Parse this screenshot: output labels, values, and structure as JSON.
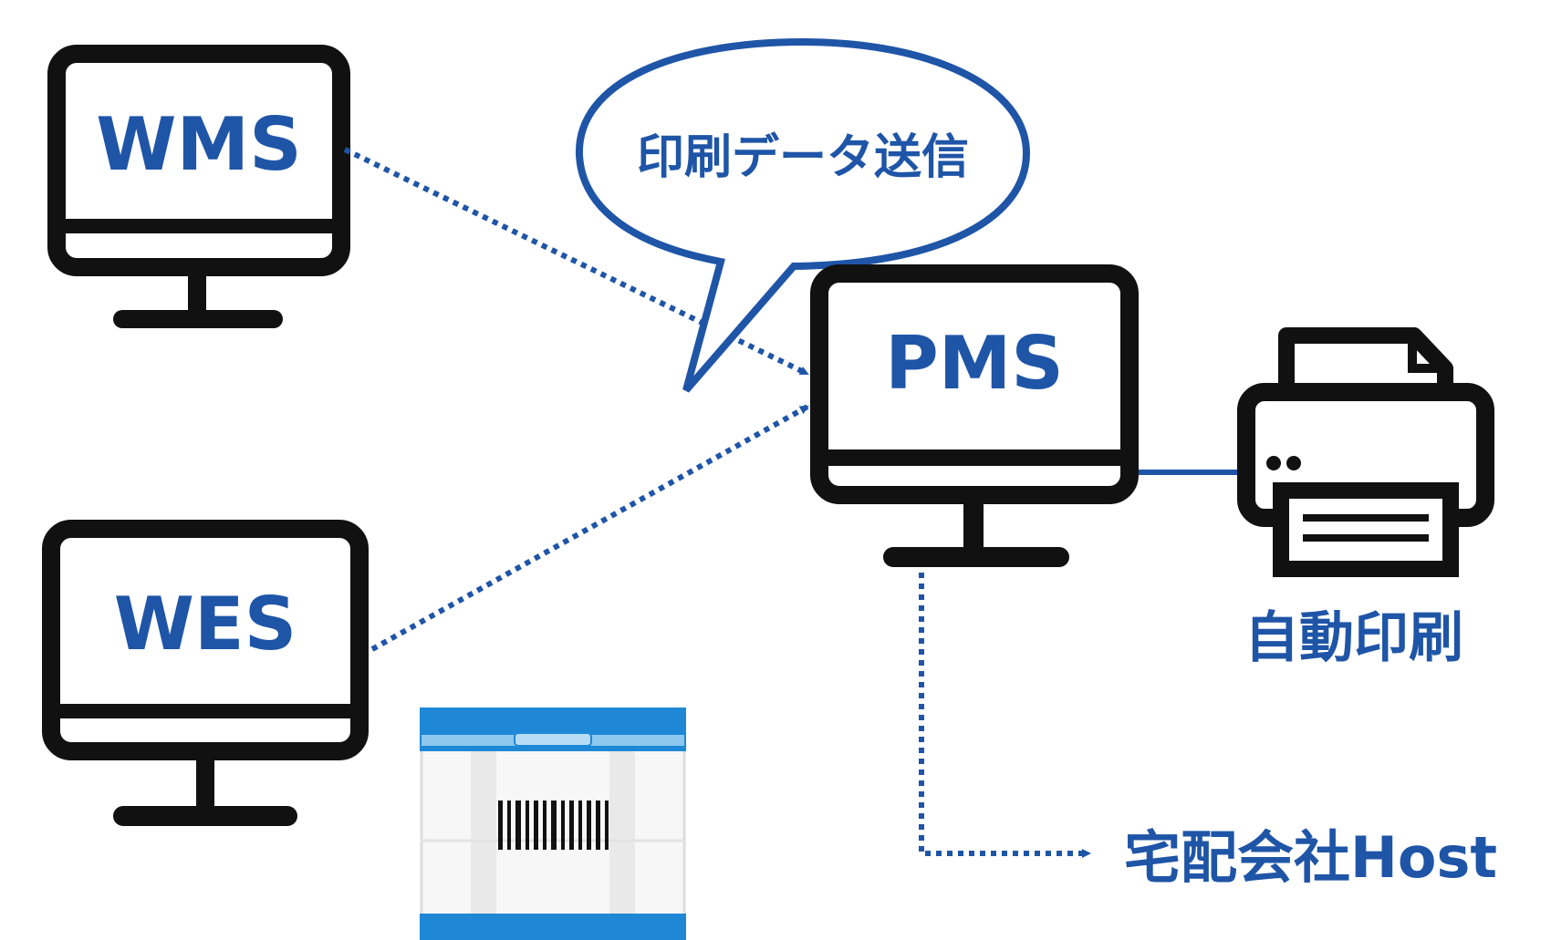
{
  "colors": {
    "accent": "#1f55a7",
    "outline": "#111111",
    "label_blue": "#1f55a7",
    "box_blue": "#1e88d6",
    "box_light": "#8ec8ef"
  },
  "nodes": {
    "wms": {
      "label": "WMS",
      "icon": "monitor-icon"
    },
    "wes": {
      "label": "WES",
      "icon": "monitor-icon"
    },
    "pms": {
      "label": "PMS",
      "icon": "monitor-icon"
    },
    "printer": {
      "label": "自動印刷",
      "icon": "printer-icon"
    },
    "carrier": {
      "label": "宅配会社Host"
    },
    "parcel": {
      "icon": "barcode-box-icon"
    }
  },
  "callout": {
    "label": "印刷データ送信",
    "icon": "speech-bubble-icon"
  }
}
